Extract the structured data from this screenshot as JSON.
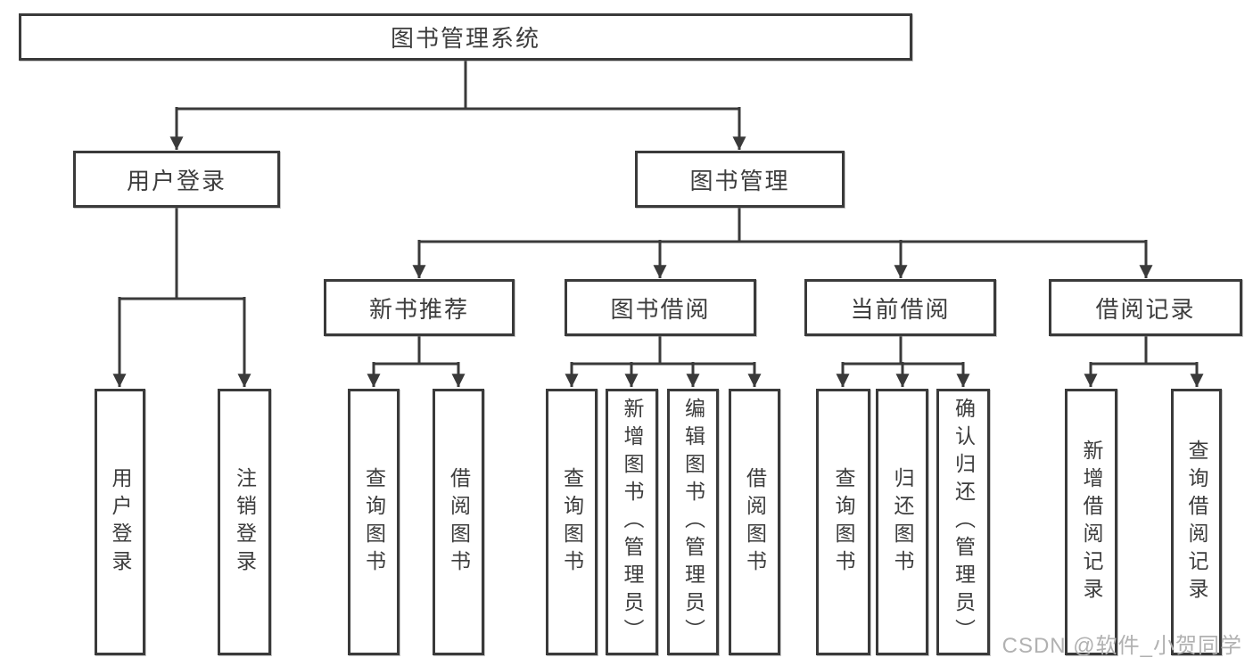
{
  "watermark": "CSDN @软件_小贺同学",
  "colors": {
    "line": "#3a3a3a",
    "text": "#3d3d3d",
    "watermark": "#b1b1b1",
    "background": "#ffffff"
  },
  "tree": {
    "label": "图书管理系统",
    "children": [
      {
        "label": "用户登录",
        "children": [
          {
            "label": "用户登录"
          },
          {
            "label": "注销登录"
          }
        ]
      },
      {
        "label": "图书管理",
        "children": [
          {
            "label": "新书推荐",
            "children": [
              {
                "label": "查询图书"
              },
              {
                "label": "借阅图书"
              }
            ]
          },
          {
            "label": "图书借阅",
            "children": [
              {
                "label": "查询图书"
              },
              {
                "label": "新增图书（管理员）"
              },
              {
                "label": "编辑图书（管理员）"
              },
              {
                "label": "借阅图书"
              }
            ]
          },
          {
            "label": "当前借阅",
            "children": [
              {
                "label": "查询图书"
              },
              {
                "label": "归还图书"
              },
              {
                "label": "确认归还（管理员）"
              }
            ]
          },
          {
            "label": "借阅记录",
            "children": [
              {
                "label": "新增借阅记录"
              },
              {
                "label": "查询借阅记录"
              }
            ]
          }
        ]
      }
    ]
  }
}
